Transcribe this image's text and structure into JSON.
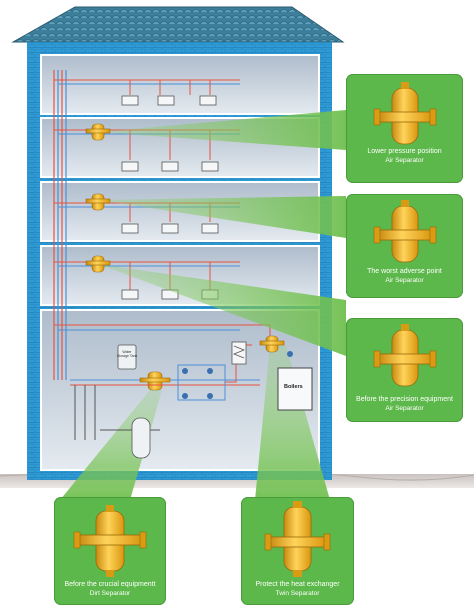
{
  "callouts": [
    {
      "title": "Lower pressure position",
      "subtitle": "Air Separator"
    },
    {
      "title": "The worst adverse point",
      "subtitle": "Air Separator"
    },
    {
      "title": "Before the precision equipment",
      "subtitle": "Air Separator"
    },
    {
      "title": "Before the crucial equipmentt",
      "subtitle": "Dirt Separator"
    },
    {
      "title": "Protect the heat exchanger",
      "subtitle": "Twin Separator"
    }
  ],
  "labels": {
    "boilers": "Boilers",
    "water_storage": "Water Storage Tank"
  },
  "colors": {
    "building_frame": "#1e8fcf",
    "interior": "#cfd8e2",
    "callout_green": "#5cb84a",
    "separator_yellow": "#f5b81c",
    "hot_pipe": "#e8533f",
    "cold_pipe": "#4a90d9",
    "roof_tile": "#3d7e9a"
  }
}
